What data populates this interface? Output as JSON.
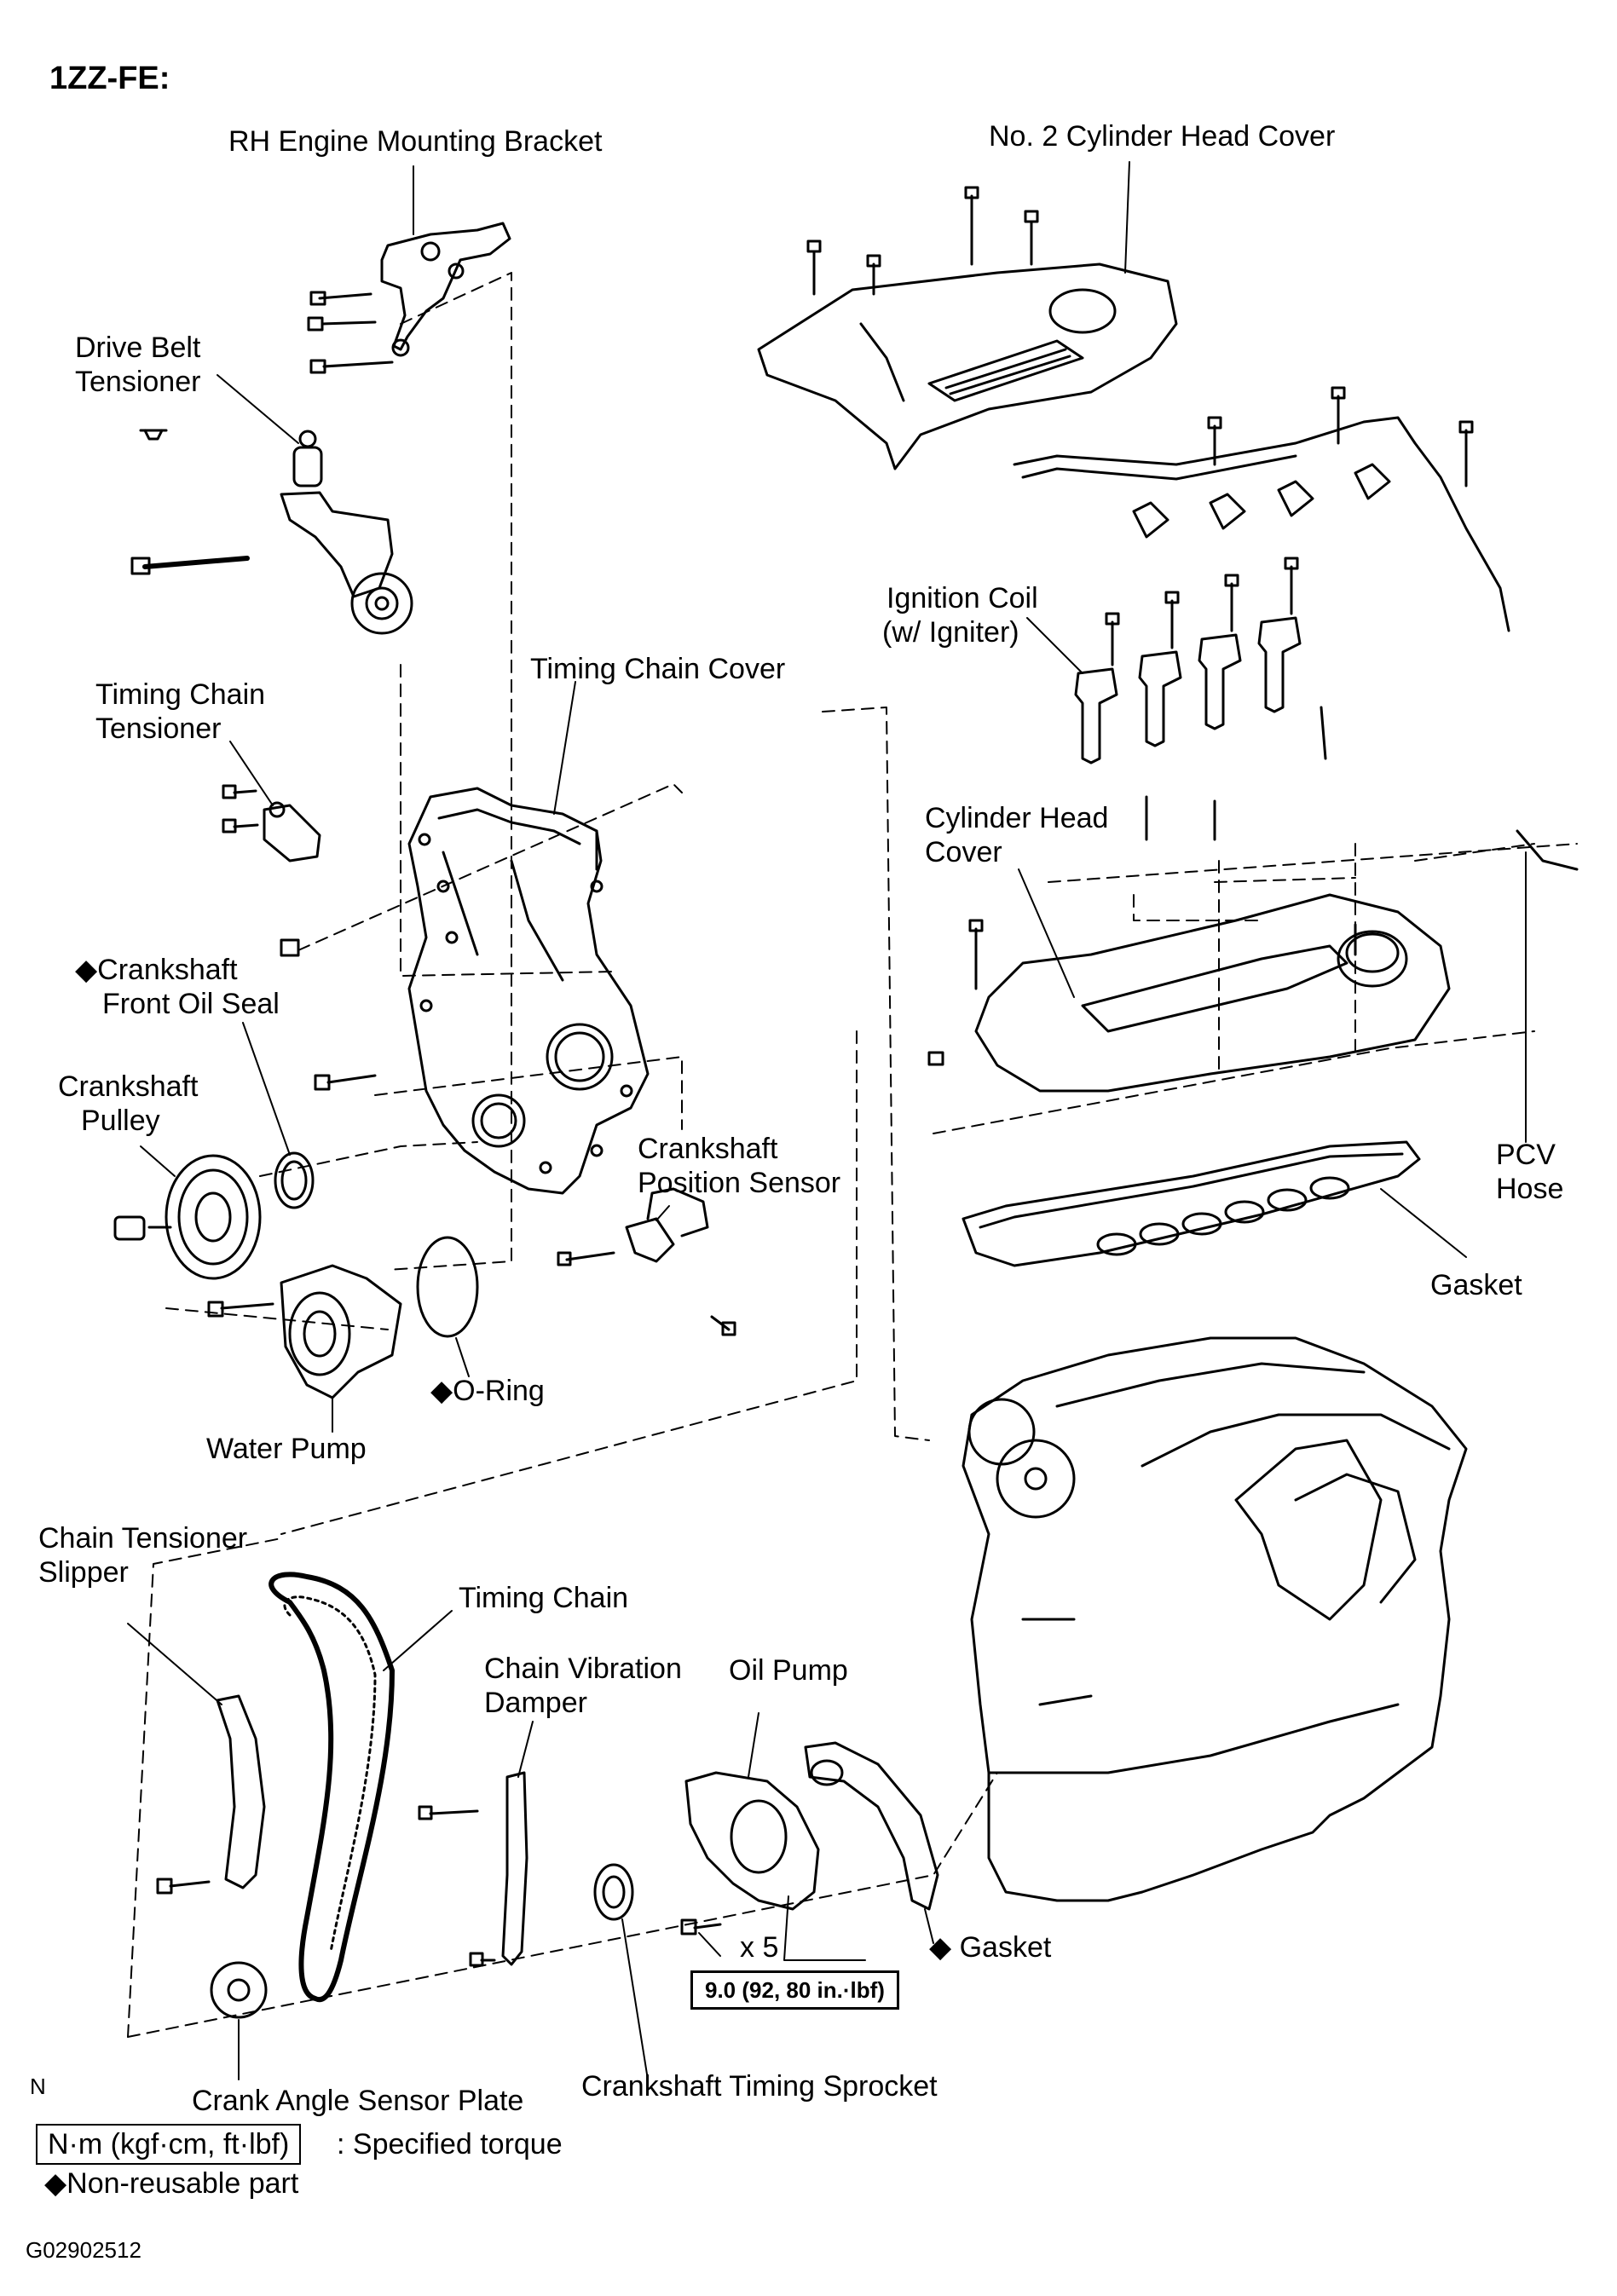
{
  "header": {
    "title": "1ZZ-FE:"
  },
  "labels": {
    "rh_engine_mounting_bracket": "RH Engine Mounting Bracket",
    "no2_cylinder_head_cover": "No. 2 Cylinder Head Cover",
    "drive_belt_tensioner_1": "Drive Belt",
    "drive_belt_tensioner_2": "Tensioner",
    "ignition_coil_1": "Ignition Coil",
    "ignition_coil_2": "(w/ Igniter)",
    "timing_chain_tensioner_1": "Timing Chain",
    "timing_chain_tensioner_2": "Tensioner",
    "timing_chain_cover": "Timing Chain Cover",
    "cylinder_head_cover_1": "Cylinder Head",
    "cylinder_head_cover_2": "Cover",
    "crankshaft_front_oil_seal_1": "◆Crankshaft",
    "crankshaft_front_oil_seal_2": "Front Oil Seal",
    "crankshaft_pulley_1": "Crankshaft",
    "crankshaft_pulley_2": "Pulley",
    "crankshaft_position_sensor_1": "Crankshaft",
    "crankshaft_position_sensor_2": "Position Sensor",
    "pcv_hose_1": "PCV",
    "pcv_hose_2": "Hose",
    "gasket_head": "Gasket",
    "o_ring": "◆O-Ring",
    "water_pump": "Water Pump",
    "chain_tensioner_slipper_1": "Chain Tensioner",
    "chain_tensioner_slipper_2": "Slipper",
    "timing_chain": "Timing Chain",
    "chain_vibration_damper_1": "Chain Vibration",
    "chain_vibration_damper_2": "Damper",
    "oil_pump": "Oil Pump",
    "quantity": "x 5",
    "gasket_oil_pump": "◆ Gasket",
    "torque_value": "9.0 (92, 80 in.·lbf)",
    "n_marker": "N",
    "crank_angle_sensor_plate": "Crank Angle Sensor Plate",
    "crankshaft_timing_sprocket": "Crankshaft Timing Sprocket"
  },
  "legend": {
    "torque_unit": "N·m (kgf·cm, ft·lbf)",
    "torque_desc": ": Specified torque",
    "non_reusable": "◆Non-reusable  part"
  },
  "footer": {
    "figure_code": "G02902512"
  },
  "colors": {
    "ink": "#000000",
    "paper": "#ffffff"
  }
}
